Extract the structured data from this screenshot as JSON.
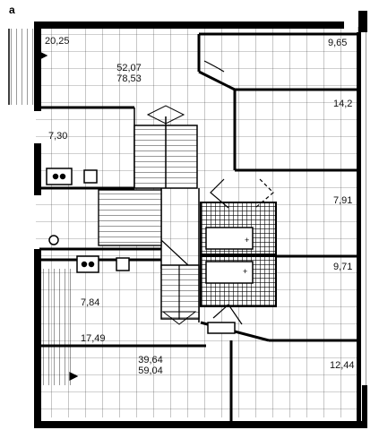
{
  "figure": {
    "label": "a"
  },
  "rooms": [
    {
      "id": "r1",
      "area": "20,25"
    },
    {
      "id": "r2",
      "area": "52,07",
      "area2": "78,53"
    },
    {
      "id": "r3",
      "area": "9,65"
    },
    {
      "id": "r4",
      "area": "14,2"
    },
    {
      "id": "r5",
      "area": "7,30"
    },
    {
      "id": "r6",
      "area": "7,91"
    },
    {
      "id": "r7",
      "area": "9,71"
    },
    {
      "id": "r8",
      "area": "7,84"
    },
    {
      "id": "r9",
      "area": "17,49"
    },
    {
      "id": "r10",
      "area": "39,64",
      "area2": "59,04"
    },
    {
      "id": "r11",
      "area": "12,44"
    }
  ]
}
